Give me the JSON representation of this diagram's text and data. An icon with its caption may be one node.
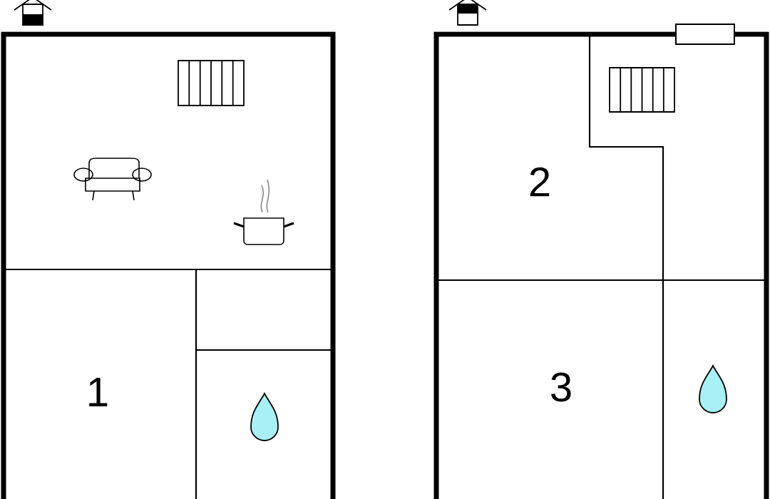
{
  "diagram": {
    "labels": [
      "1",
      "2",
      "3"
    ]
  }
}
